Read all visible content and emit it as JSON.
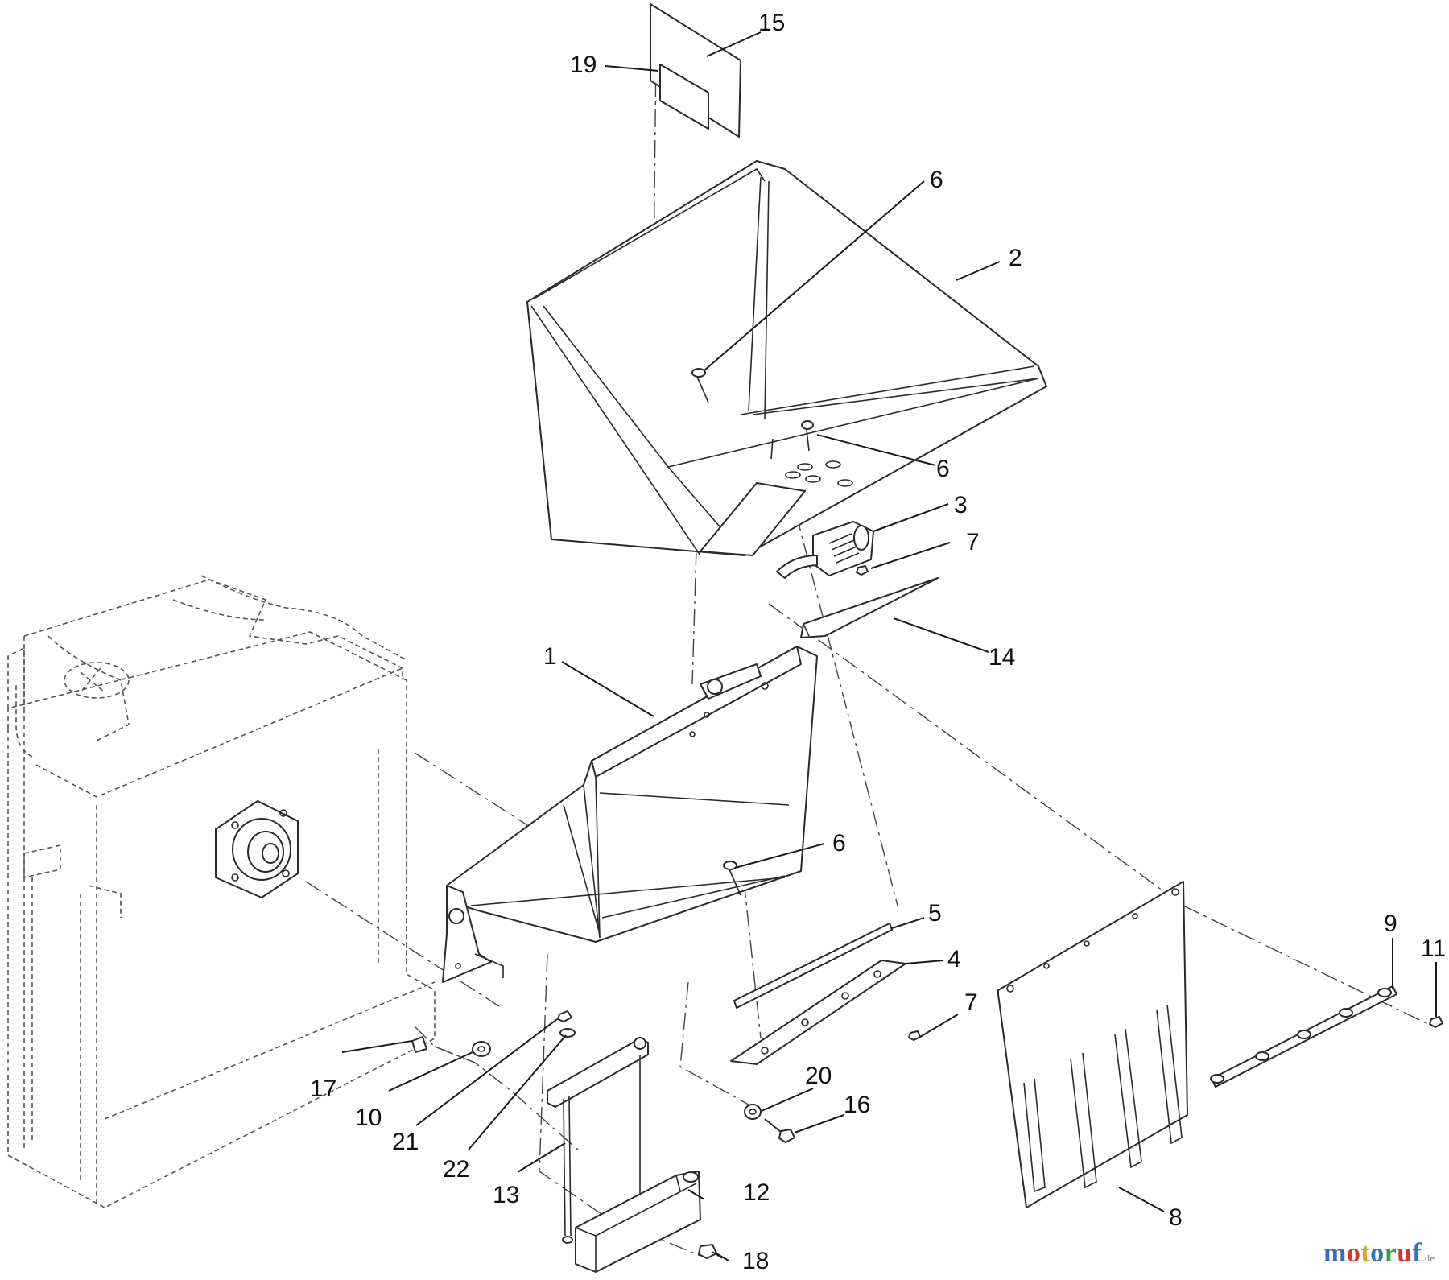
{
  "callouts": {
    "c1": "1",
    "c2": "2",
    "c3": "3",
    "c4": "4",
    "c5": "5",
    "c6a": "6",
    "c6b": "6",
    "c6c": "6",
    "c7a": "7",
    "c7b": "7",
    "c8": "8",
    "c9": "9",
    "c10": "10",
    "c11": "11",
    "c12": "12",
    "c13": "13",
    "c14": "14",
    "c15": "15",
    "c16": "16",
    "c17": "17",
    "c18": "18",
    "c19": "19",
    "c20": "20",
    "c21": "21",
    "c22": "22"
  },
  "watermark": {
    "letters": [
      "m",
      "o",
      "t",
      "o",
      "r",
      "u",
      "f"
    ],
    "colors": [
      "#3b6fb6",
      "#d0392e",
      "#e0a21b",
      "#3b6fb6",
      "#3d9a46",
      "#d0392e",
      "#3b6fb6"
    ],
    "tld": ".de"
  }
}
